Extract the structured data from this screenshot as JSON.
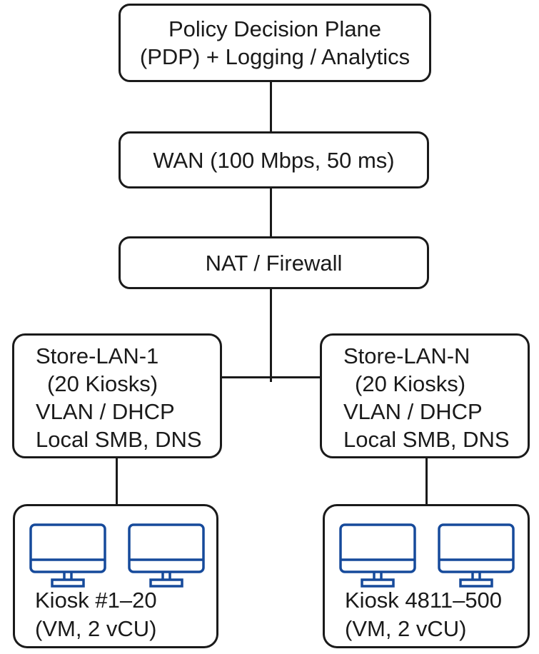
{
  "diagram": {
    "kind": "network-topology-flowchart",
    "colors": {
      "line": "#1a1a1a",
      "box_border": "#1a1a1a",
      "monitor_icon": "#164a9b",
      "background": "#ffffff"
    },
    "nodes": {
      "pdp": {
        "lines": [
          "Policy Decision Plane",
          "(PDP) + Logging / Analytics"
        ]
      },
      "wan": {
        "label": "WAN (100 Mbps, 50 ms)"
      },
      "nat": {
        "label": "NAT / Firewall"
      },
      "store_lan_1": {
        "lines": [
          "Store-LAN-1",
          "(20 Kiosks)",
          "VLAN / DHCP",
          "Local SMB, DNS"
        ]
      },
      "store_lan_n": {
        "lines": [
          "Store-LAN-N",
          "(20 Kiosks)",
          "VLAN / DHCP",
          "Local SMB, DNS"
        ]
      },
      "kiosk_1": {
        "lines": [
          "Kiosk #1–20",
          "(VM, 2 vCU)"
        ],
        "monitor_icons": 2
      },
      "kiosk_n": {
        "lines": [
          "Kiosk 4811–500",
          "(VM, 2 vCU)"
        ],
        "monitor_icons": 2
      }
    },
    "edges": [
      "pdp -> wan",
      "wan -> nat",
      "nat -> store_lan_1",
      "nat -> store_lan_n",
      "store_lan_1 -> kiosk_1",
      "store_lan_n -> kiosk_n"
    ]
  }
}
